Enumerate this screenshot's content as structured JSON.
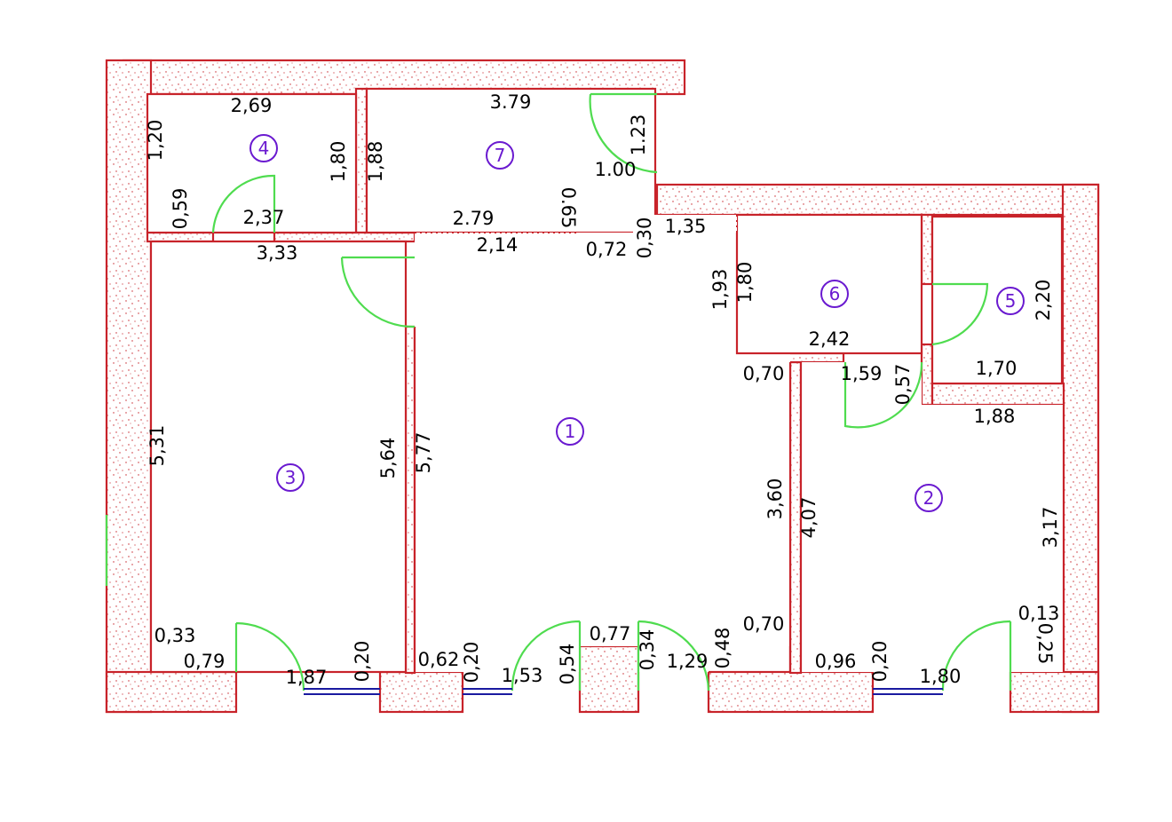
{
  "colors": {
    "wall": "#c8232a",
    "door": "#4fdc4f",
    "window": "#1a1aa0",
    "room_label": "#6a1ad0",
    "text": "#000000"
  },
  "rooms": [
    {
      "id": "1",
      "label": "1"
    },
    {
      "id": "2",
      "label": "2"
    },
    {
      "id": "3",
      "label": "3"
    },
    {
      "id": "4",
      "label": "4"
    },
    {
      "id": "5",
      "label": "5"
    },
    {
      "id": "6",
      "label": "6"
    },
    {
      "id": "7",
      "label": "7"
    }
  ],
  "dimensions": [
    "2,69",
    "3.79",
    "1,20",
    "1,80",
    "1,88",
    "1.23",
    "1.00",
    "0,59",
    "2,37",
    "3,33",
    "2.79",
    "2,14",
    "0.65",
    "0,72",
    "0,30",
    "1,35",
    "1,93",
    "1,80",
    "2,20",
    "2,42",
    "0,70",
    "1,59",
    "0,57",
    "1,70",
    "1,88",
    "5,31",
    "5,64",
    "5,77",
    "3,60",
    "4,07",
    "3,17",
    "0,13",
    "0,25",
    "0,33",
    "0,79",
    "1,87",
    "0,20",
    "0,62",
    "0,20",
    "1,53",
    "0,54",
    "0,77",
    "0,34",
    "1,29",
    "0,48",
    "0,70",
    "0,96",
    "0,20",
    "1,80"
  ]
}
